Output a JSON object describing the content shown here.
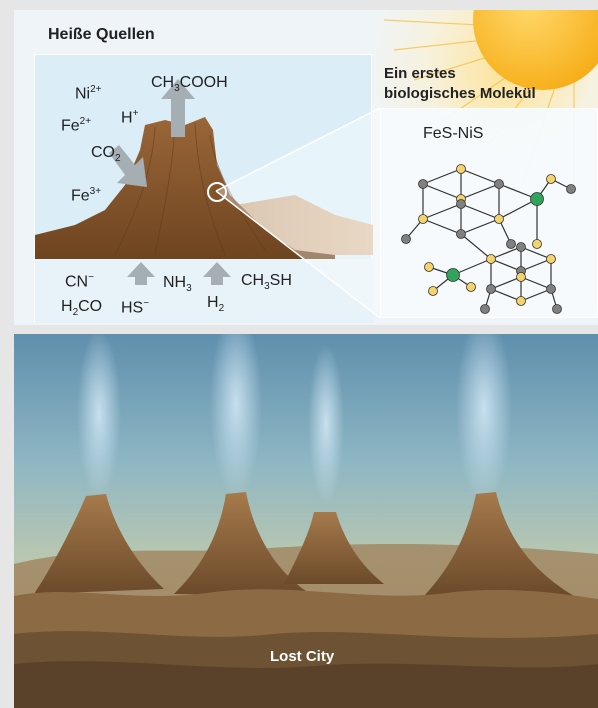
{
  "top": {
    "springs_title": "Heiße Quellen",
    "molecule_title_line1": "Ein erstes",
    "molecule_title_line2": "biologisches Molekül",
    "molecule_label": "FeS-NiS",
    "ions": {
      "ni": "Ni",
      "ni_charge": "2+",
      "fe2": "Fe",
      "fe2_charge": "2+",
      "h": "H",
      "h_charge": "+",
      "co2_base": "CO",
      "co2_sub": "2",
      "fe3": "Fe",
      "fe3_charge": "3+",
      "acetic_a": "CH",
      "acetic_sub": "3",
      "acetic_b": "COOH"
    },
    "inputs": {
      "cn": "CN",
      "cn_charge": "−",
      "h2co_a": "H",
      "h2co_sub": "2",
      "h2co_b": "CO",
      "hs": "HS",
      "hs_charge": "−",
      "nh3": "NH",
      "nh3_sub": "3",
      "h2": "H",
      "h2_sub": "2",
      "ch3sh_a": "CH",
      "ch3sh_sub": "3",
      "ch3sh_b": "SH"
    }
  },
  "bottom": {
    "label": "Lost City"
  },
  "colors": {
    "sun": "#f7b11e",
    "spring_bg": "#dbeef8",
    "mountain": "#8a5a2e",
    "arrow": "#9aa5ab",
    "atom_fe": "#777777",
    "atom_s": "#f3d36a",
    "atom_ni": "#2fa45a"
  }
}
